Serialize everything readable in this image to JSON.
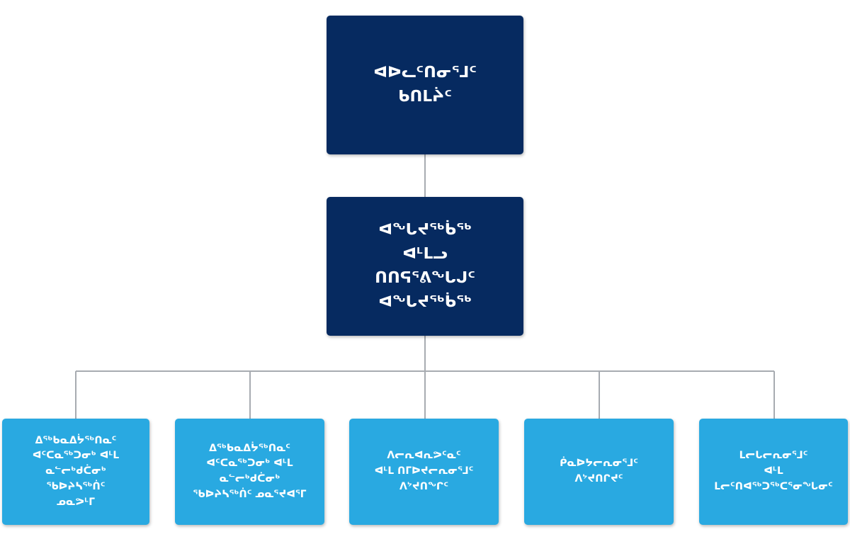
{
  "org_chart": {
    "top": {
      "label": "ᐊᐅᓚᑦᑎᓂᕐᒧᑦ\nᑲᑎᒪᔩᑦ"
    },
    "middle": {
      "label": "ᐊᖓᔪᖅᑳᖅ\nᐊᒻᒪᓗ\nᑎᑎᕋᕐᕕᖓᒍᑦ\nᐊᖓᔪᖅᑳᖅ"
    },
    "children": [
      {
        "label": "ᐃᖅᑲᓇᐃᔮᖅᑎᓇᑦ\nᐊᑦᑕᓇᖅᑐᓂᒃ ᐊᒻᒪ\nᓇᓪᓕᒃᑯᑖᓂᒃ\nᖃᐅᔨᓴᖅᑏᑦ\nᓄᓇᕗᒻᒥ"
      },
      {
        "label": "ᐃᖅᑲᓇᐃᔮᖅᑎᓇᑦ\nᐊᑦᑕᓇᖅᑐᓂᒃ ᐊᒻᒪ\nᓇᓪᓕᒃᑯᑖᓂᒃ\nᖃᐅᔨᓴᖅᑏᑦ ᓄᓇᕐᔪᐊᕐᒥ"
      },
      {
        "label": "ᐱᓕᕆᐊᕆᕗᑦᓇᑦ\nᐊᒻᒪ ᑎᒥᐅᔪᓕᕆᓂᕐᒧᑦ\nᐱᔾᔪᑎᖏᑦ"
      },
      {
        "label": "ᑮᓇᐅᔭᓕᕆᓂᕐᒧᑦ\nᐱᔾᔪᑎᒋᔪᑦ"
      },
      {
        "label": "ᒪᓕᒐᓕᕆᓂᕐᒧᑦ\nᐊᒻᒪ\nᒪᓕᑦᑎᐊᖅᑐᖅᑕᕐᓂᖓᓂᑦ"
      }
    ]
  },
  "colors": {
    "dark_box": "#062a60",
    "light_box": "#29a9e1",
    "connector": "#a7abb1",
    "text": "#ffffff"
  }
}
